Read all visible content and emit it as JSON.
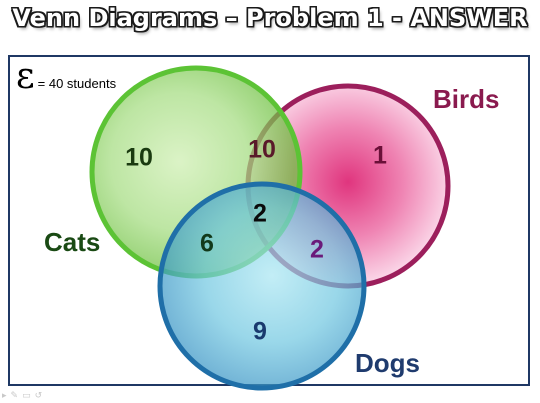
{
  "title": "Venn Diagrams – Problem 1 - ANSWER",
  "universe": {
    "symbol": "ε",
    "text": "= 40 students"
  },
  "sets": {
    "cats": {
      "label": "Cats",
      "color": "#1a4a14"
    },
    "birds": {
      "label": "Birds",
      "color": "#8a1a4e"
    },
    "dogs": {
      "label": "Dogs",
      "color": "#1f3b6e"
    }
  },
  "regions": {
    "cats_only": "10",
    "birds_only": "1",
    "dogs_only": "9",
    "cats_birds": "10",
    "cats_dogs": "6",
    "birds_dogs": "2",
    "all_three": "2"
  },
  "footer_icons": [
    "▸",
    "✎",
    "▭",
    "↺"
  ]
}
